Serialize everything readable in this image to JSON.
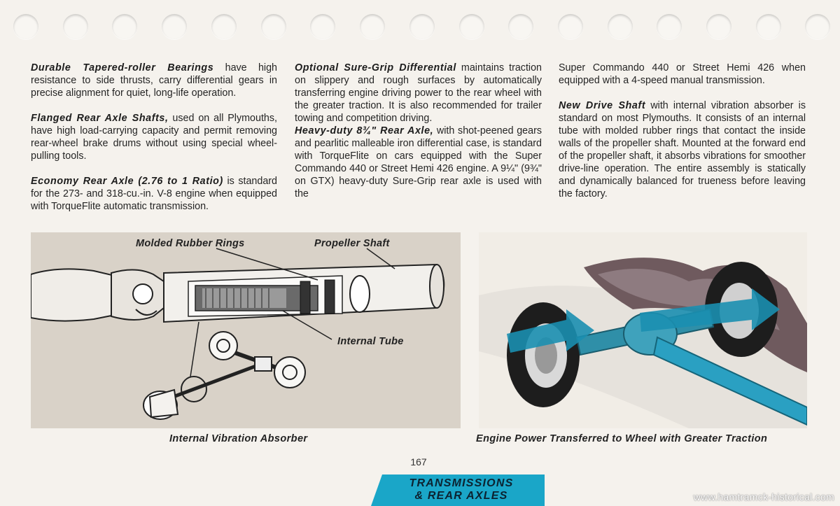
{
  "columns": {
    "col1": {
      "p1": {
        "heading": "Durable Tapered-roller Bearings",
        "text": " have high resistance to side thrusts, carry differential gears in precise alignment for quiet, long-life operation."
      },
      "p2": {
        "heading": "Flanged Rear Axle Shafts,",
        "text": " used on all Plymouths, have high load-carrying capacity and permit removing rear-wheel brake drums without using special wheel-pulling tools."
      },
      "p3": {
        "heading": "Economy Rear Axle (2.76 to 1 Ratio)",
        "text": " is standard for the 273- and 318-cu.-in. V-8 engine when equipped with TorqueFlite automatic transmission."
      }
    },
    "col2": {
      "p1": {
        "heading": "Optional Sure-Grip Differential",
        "text": " maintains traction on slippery and rough surfaces by automatically transferring engine driving power to the rear wheel with the greater traction. It is also recommended for trailer towing and competition driving."
      },
      "p2": {
        "heading": "Heavy-duty 8¾\" Rear Axle,",
        "text": " with shot-peened gears and pearlitic malleable iron differential case, is standard with TorqueFlite on cars equipped with the Super Commando 440 or Street Hemi 426 engine. A 9¼\" (9¾\" on GTX) heavy-duty Sure-Grip rear axle is used with the"
      }
    },
    "col3": {
      "p0": {
        "text": "Super Commando 440 or Street Hemi 426 when equipped with a 4-speed manual transmission."
      },
      "p1": {
        "heading": "New Drive Shaft",
        "text": " with internal vibration absorber is standard on most Plymouths. It consists of an internal tube with molded rubber rings that contact the inside walls of the propeller shaft. Mounted at the forward end of the propeller shaft, it absorbs vibrations for smoother drive-line operation. The entire assembly is statically and dynamically balanced for trueness before leaving the factory."
      }
    }
  },
  "figures": {
    "left": {
      "labels": {
        "rings": "Molded Rubber Rings",
        "shaft": "Propeller Shaft",
        "tube": "Internal Tube"
      },
      "caption": "Internal Vibration Absorber"
    },
    "right": {
      "caption": "Engine Power Transferred to Wheel with Greater Traction"
    }
  },
  "footer": {
    "page_number": "167",
    "section_line1": "TRANSMISSIONS",
    "section_line2": "& REAR AXLES",
    "watermark": "www.hamtramck-historical.com"
  },
  "colors": {
    "accent": "#1aa6c8",
    "figure_bg": "#d9d2c8",
    "arrow": "#1b8fb0"
  }
}
